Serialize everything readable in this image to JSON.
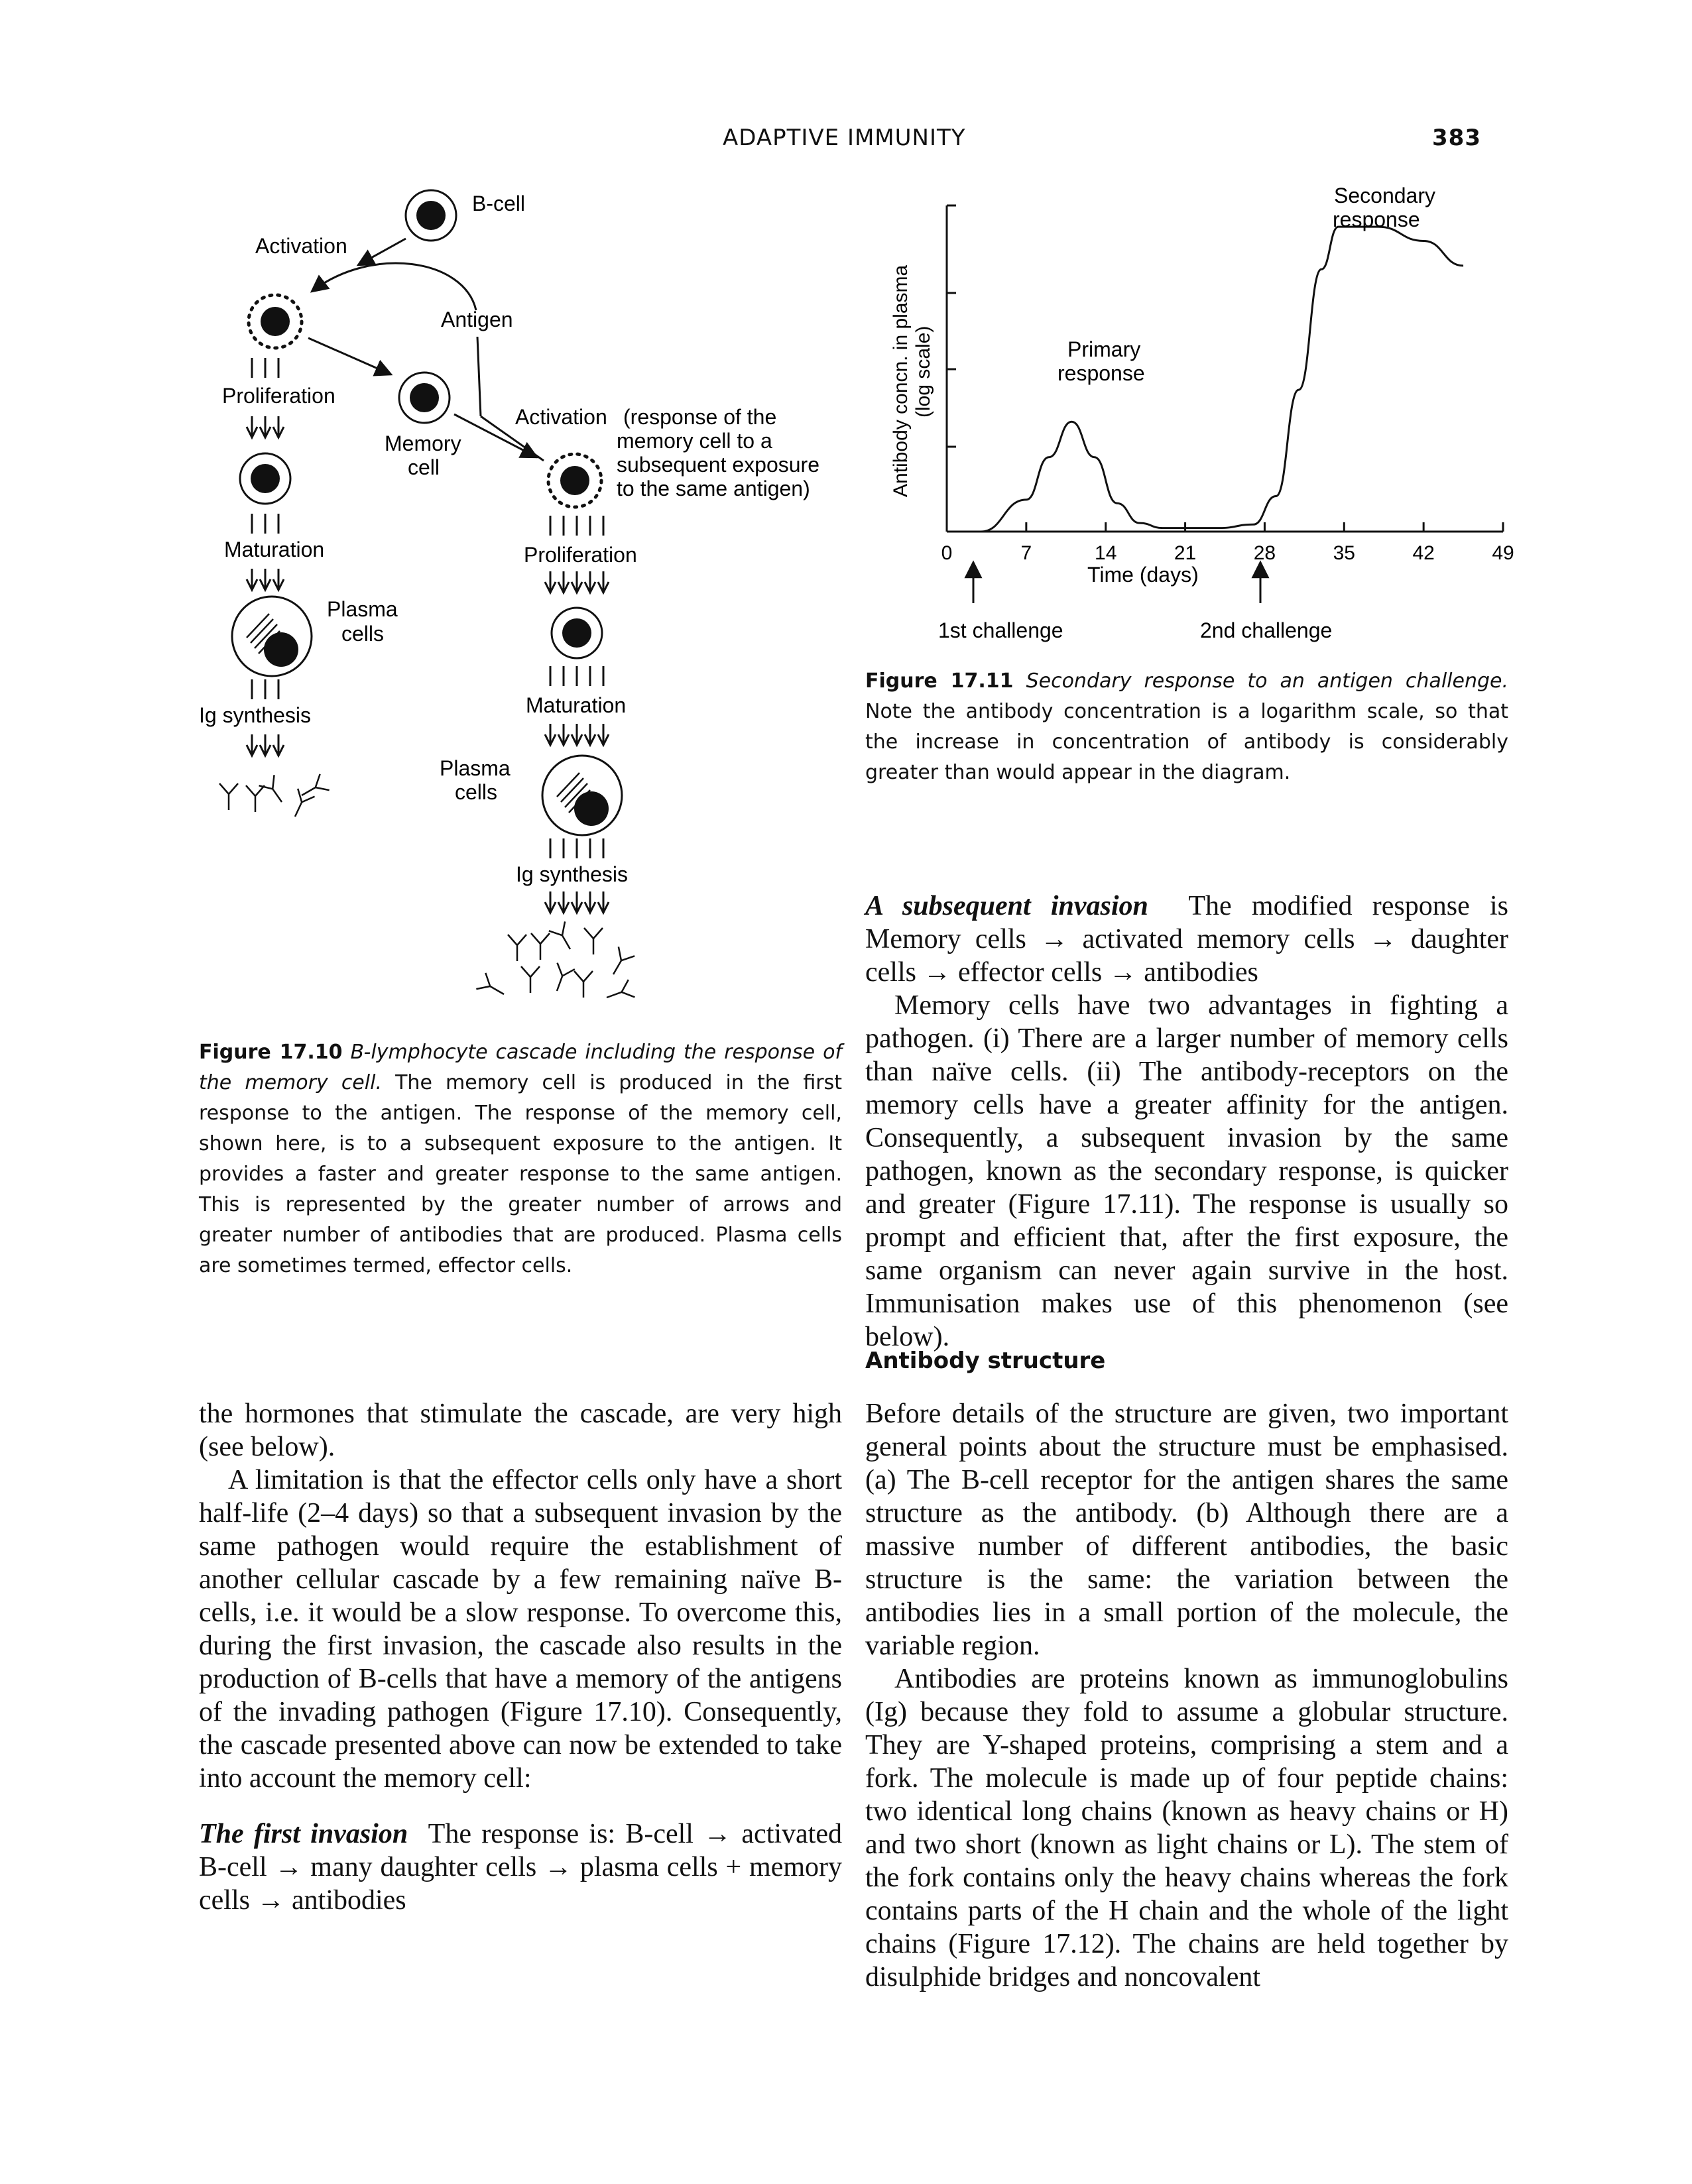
{
  "header": {
    "running_title": "ADAPTIVE IMMUNITY",
    "page_number": "383"
  },
  "fig10": {
    "b_cell": "B-cell",
    "activation": "Activation",
    "antigen": "Antigen",
    "proliferation": "Proliferation",
    "memory_cell_1": "Memory",
    "memory_cell_2": "cell",
    "activation_right": "Activation",
    "activation_note": [
      "(response of the",
      "memory cell to a",
      "subsequent exposure",
      "to the same antigen)"
    ],
    "maturation": "Maturation",
    "plasma_1": "Plasma",
    "plasma_2": "cells",
    "ig_synthesis": "Ig synthesis",
    "caption_label": "Figure 17.10",
    "caption_title": "B-lymphocyte cascade including the response of the memory cell.",
    "caption_text": "The memory cell is produced in the first response to the antigen. The response of the memory cell, shown here, is to a subsequent exposure to the antigen. It provides a faster and greater response to the same antigen. This is represented by the greater number of arrows and greater number of antibodies that are produced. Plasma cells are sometimes termed, effector cells."
  },
  "fig11": {
    "ylabel_1": "Antibody concn. in plasma",
    "ylabel_2": "(log scale)",
    "xlabel": "Time (days)",
    "secondary_1": "Secondary",
    "secondary_2": "response",
    "primary_1": "Primary",
    "primary_2": "response",
    "challenge_1": "1st challenge",
    "challenge_2": "2nd challenge",
    "caption_label": "Figure 17.11",
    "caption_title": "Secondary response to an antigen challenge.",
    "caption_text": "Note the antibody concentration is a logarithm scale, so that the increase in concentration of antibody is considerably greater than would appear in the diagram."
  },
  "chart_data": {
    "type": "line",
    "x": [
      0,
      3,
      7,
      9,
      11,
      13,
      15,
      17,
      19,
      21,
      24,
      27,
      29,
      31,
      33,
      34.5,
      38,
      42,
      45.5
    ],
    "series": [
      {
        "values": [
          0,
          0,
          0.45,
          1.05,
          1.55,
          1.05,
          0.4,
          0.12,
          0.05,
          0.05,
          0.05,
          0.1,
          0.5,
          2.0,
          3.7,
          4.3,
          4.3,
          4.1,
          3.75
        ]
      }
    ],
    "xticks": [
      "0",
      "7",
      "14",
      "21",
      "28",
      "35",
      "42",
      "49"
    ],
    "xlabel": "Time (days)",
    "ylabel": "Antibody concn. in plasma (log scale)",
    "xlim": [
      0,
      49
    ],
    "annotations": [
      "Primary response",
      "Secondary response",
      "1st challenge",
      "2nd challenge"
    ]
  },
  "right": {
    "inv2_heading": "A subsequent invasion",
    "inv2_text": "The modified response is Memory cells → activated memory cells → daughter cells → effector cells → antibodies",
    "para_memory": "Memory cells have two advantages in fighting a pathogen. (i) There are a larger number of memory cells than naïve cells. (ii) The antibody-receptors on the memory cells have a greater affinity for the antigen. Consequently, a subsequent invasion by the same pathogen, known as the secondary response, is quicker and greater (Figure 17.11). The response is usually so prompt and efficient that, after the first exposure, the same organism can never again survive in the host. Immunisation makes use of this phenomenon (see below).",
    "section_heading": "Antibody structure",
    "para_structure": "Before details of the structure are given, two important general points about the structure must be emphasised. (a) The B-cell receptor for the antigen shares the same structure as the antibody. (b) Although there are a massive number of different antibodies, the basic structure is the same: the variation between the antibodies lies in a small portion of the molecule, the variable region.",
    "para_ig": "Antibodies are proteins known as immunoglobulins (Ig) because they fold to assume a globular structure. They are Y-shaped proteins, comprising a stem and a fork. The molecule is made up of four peptide chains: two identical long chains (known as heavy chains or H) and two short (known as light chains or L). The stem of the fork contains only the heavy chains whereas the fork contains parts of the H chain and the whole of the light chains (Figure 17.12). The chains are held together by disulphide bridges and noncovalent"
  },
  "left": {
    "para_hormones": "the hormones that stimulate the cascade, are very high (see below).",
    "para_limitation": "A limitation is that the effector cells only have a short half-life (2–4 days) so that a subsequent invasion by the same pathogen would require the establishment of another cellular cascade by a few remaining naïve B-cells, i.e. it would be a slow response. To overcome this, during the first invasion, the cascade also results in the production of B-cells that have a memory of the antigens of the invading pathogen (Figure 17.10). Consequently, the cascade presented above can now be extended to take into account the memory cell:",
    "inv1_heading": "The first invasion",
    "inv1_text": "The response is: B-cell → activated B-cell → many daughter cells → plasma cells + memory cells → antibodies"
  }
}
